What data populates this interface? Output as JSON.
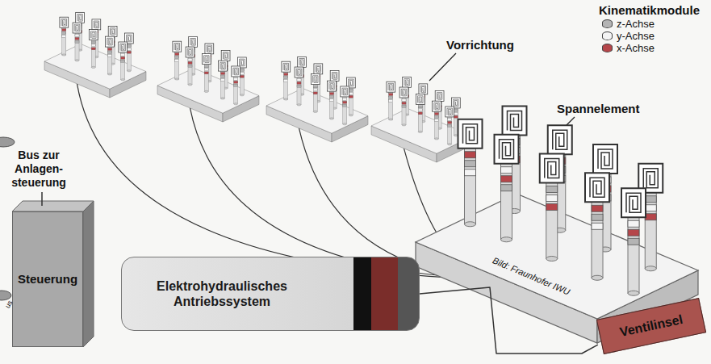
{
  "diagram": {
    "nodes": [
      {
        "text": [
          "Steuerung"
        ]
      },
      {
        "text": [
          "Elektrohydraulisches Antriebssystem"
        ]
      },
      {
        "text": [
          "Ventilinsel"
        ]
      }
    ],
    "edges": [
      {
        "from": 1,
        "to": 2,
        "arrow": "none"
      }
    ],
    "labels": [
      "Kinematikmodule",
      "Vorrichtung",
      "Spannelement",
      "Bus zur Anlagen- steuerung",
      "us",
      "Bild: Fraunhofer IWU"
    ],
    "legend": [
      {
        "text": "z-Achse",
        "color": "#b4b4b4"
      },
      {
        "text": "y-Achse",
        "color": "#f4f4f4"
      },
      {
        "text": "x-Achse",
        "color": "#b5464a"
      }
    ]
  }
}
